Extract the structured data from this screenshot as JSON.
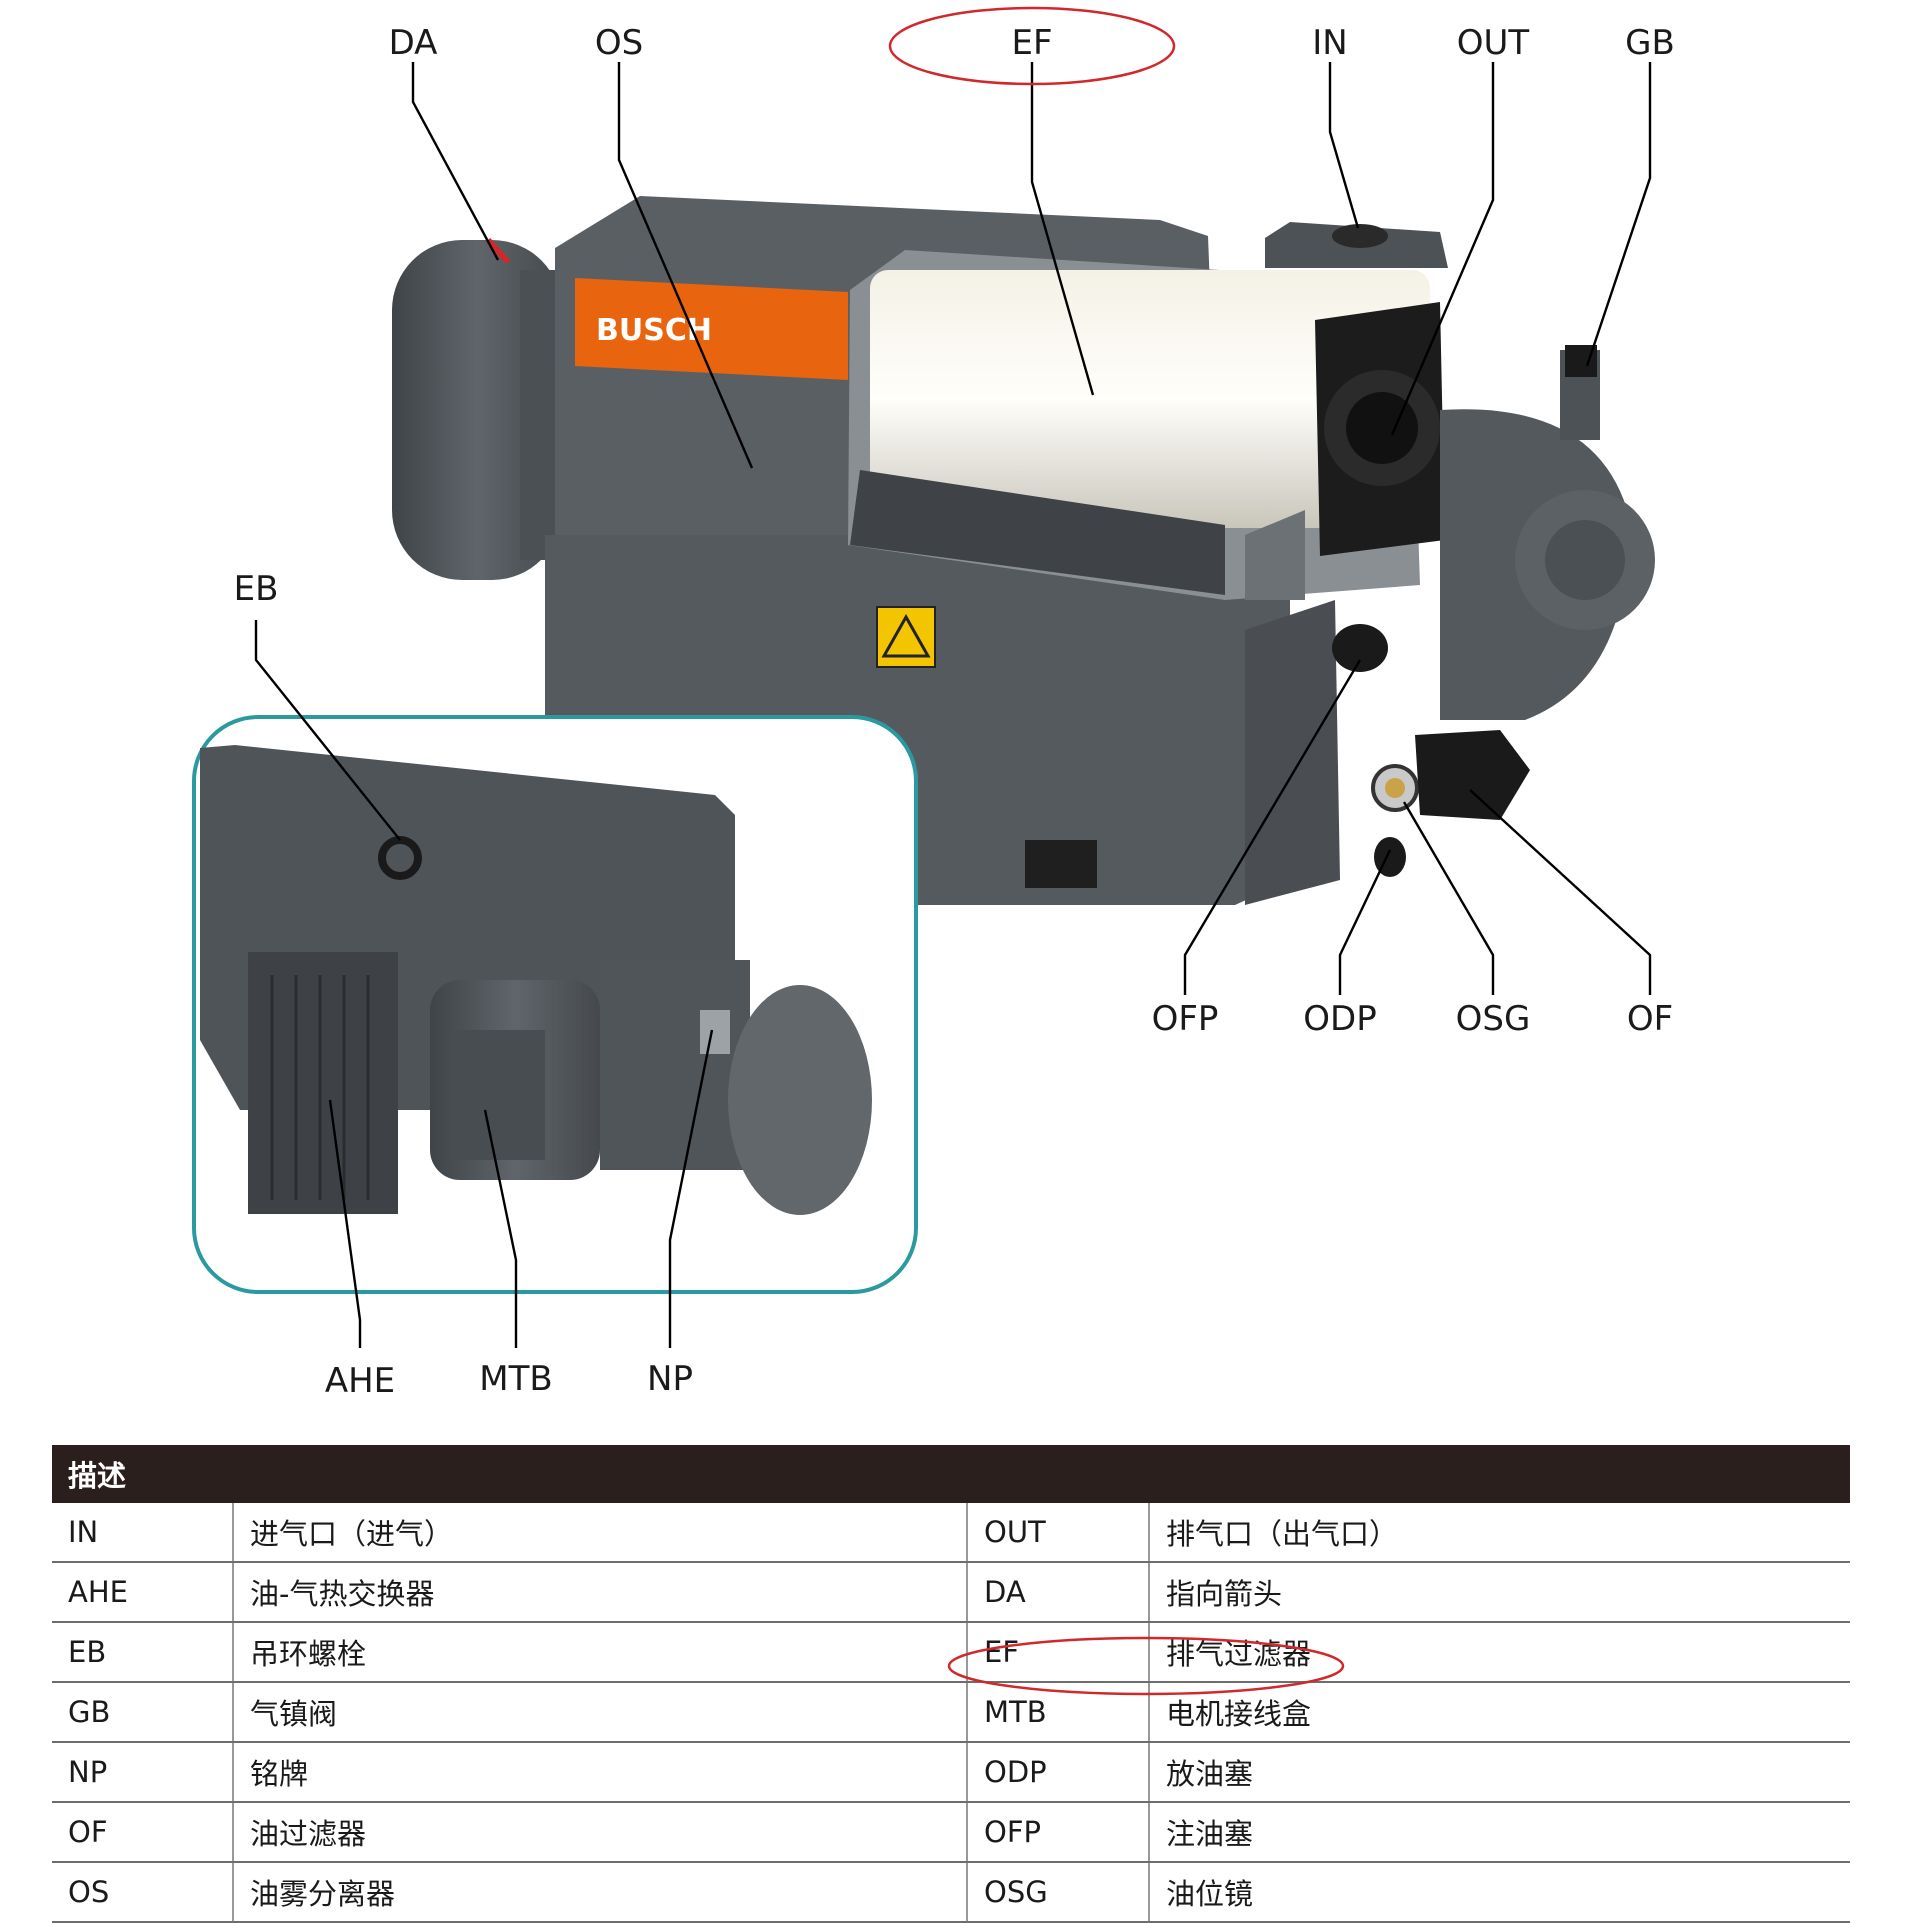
{
  "brand": {
    "logo_text": "BUSCH",
    "logo_color": "#e8640f"
  },
  "callouts": {
    "da": "DA",
    "os": "OS",
    "ef": "EF",
    "in": "IN",
    "out": "OUT",
    "gb": "GB",
    "eb": "EB",
    "ofp": "OFP",
    "odp": "ODP",
    "osg": "OSG",
    "of": "OF",
    "ahe": "AHE",
    "mtb": "MTB",
    "np": "NP"
  },
  "legend": {
    "title": "描述",
    "rows": [
      {
        "code1": "IN",
        "desc1": "进气口（进气）",
        "code2": "OUT",
        "desc2": "排气口（出气口）"
      },
      {
        "code1": "AHE",
        "desc1": "油-气热交换器",
        "code2": "DA",
        "desc2": "指向箭头"
      },
      {
        "code1": "EB",
        "desc1": "吊环螺栓",
        "code2": "EF",
        "desc2": "排气过滤器"
      },
      {
        "code1": "GB",
        "desc1": "气镇阀",
        "code2": "MTB",
        "desc2": "电机接线盒"
      },
      {
        "code1": "NP",
        "desc1": "铭牌",
        "code2": "ODP",
        "desc2": "放油塞"
      },
      {
        "code1": "OF",
        "desc1": "油过滤器",
        "code2": "OFP",
        "desc2": "注油塞"
      },
      {
        "code1": "OS",
        "desc1": "油雾分离器",
        "code2": "OSG",
        "desc2": "油位镜"
      }
    ]
  },
  "colors": {
    "body": "#555a5f",
    "inset_border": "#2b9aa0",
    "highlight": "#d0292b",
    "header_bg": "#2a1f1c"
  }
}
